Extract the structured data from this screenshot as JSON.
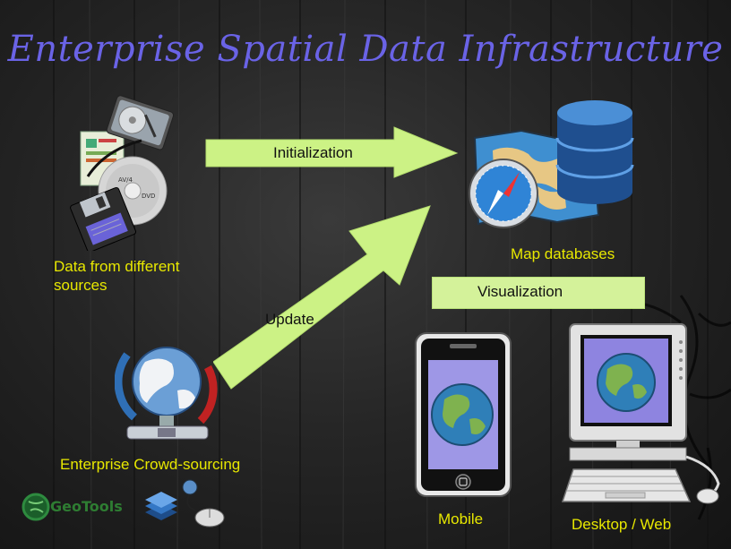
{
  "title": "Enterprise Spatial Data Infrastructure",
  "labels": {
    "data_sources": "Data from different\nsources",
    "map_databases": "Map databases",
    "crowd_sourcing": "Enterprise Crowd-sourcing",
    "mobile": "Mobile",
    "desktop_web": "Desktop / Web"
  },
  "arrows": {
    "initialization": "Initialization",
    "update": "Update",
    "visualization": "Visualization"
  },
  "logo": {
    "geotools": "GeoTools"
  },
  "icons": {
    "hard_disk": "hard-disk-icon",
    "dvd": "dvd-icon",
    "floppy": "floppy-disk-icon",
    "map": "map-icon",
    "compass": "compass-icon",
    "database": "database-icon",
    "network_globe": "network-globe-icon",
    "phone": "mobile-phone-icon",
    "monitor": "desktop-monitor-icon",
    "keyboard": "keyboard-icon"
  },
  "colors": {
    "title": "#6a63e6",
    "labels": "#e8e800",
    "arrow": "#ccf285",
    "background": "#262626"
  }
}
